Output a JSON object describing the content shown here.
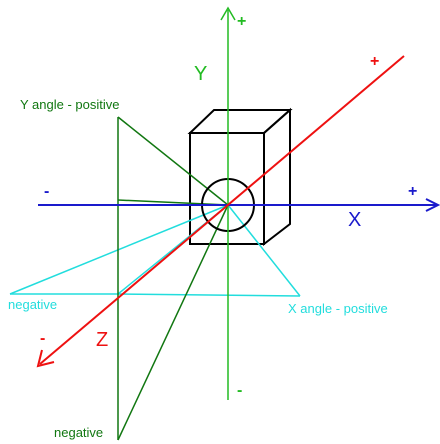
{
  "diagram": {
    "axes": {
      "y": {
        "label": "Y",
        "plus": "+",
        "minus": "-",
        "color": "#22bb22"
      },
      "x": {
        "label": "X",
        "plus": "+",
        "minus": "-",
        "color": "#1a1acc"
      },
      "z": {
        "label": "Z",
        "plus": "+",
        "minus": "-",
        "color": "#ee1111"
      }
    },
    "angles": {
      "y_positive": "Y angle - positive",
      "y_negative": "negative",
      "x_positive": "X angle - positive",
      "x_negative": "negative"
    },
    "colors": {
      "y_angle_lines": "#117711",
      "x_angle_lines": "#22dddd",
      "cube": "#000000"
    }
  }
}
